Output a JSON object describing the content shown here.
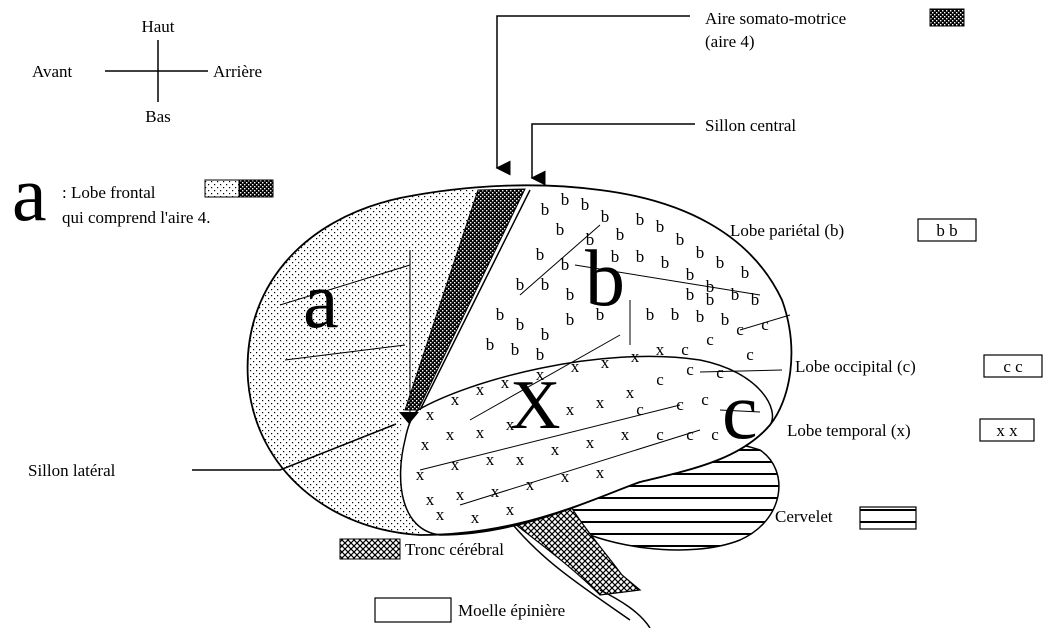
{
  "compass": {
    "up": "Haut",
    "down": "Bas",
    "left": "Avant",
    "right": "Arrière"
  },
  "legend": {
    "frontal_letter": "a",
    "frontal_line1": ": Lobe frontal",
    "frontal_line2": "qui comprend l'aire 4.",
    "motor_line1": "Aire somato-motrice",
    "motor_line2": "(aire 4)",
    "central_sulcus": "Sillon central",
    "parietal": "Lobe pariétal (b)",
    "parietal_swatch": "b b",
    "occipital": "Lobe occipital (c)",
    "occipital_swatch": "c c",
    "temporal": "Lobe temporal (x)",
    "temporal_swatch": "x x",
    "lateral_sulcus": "Sillon latéral",
    "cerebellum": "Cervelet",
    "brainstem": "Tronc cérébral",
    "spinal_cord": "Moelle épinière"
  },
  "region_letters": {
    "frontal": "a",
    "parietal": "b",
    "occipital": "c",
    "temporal": "X"
  },
  "fill_letters": {
    "parietal": "b",
    "occipital": "c",
    "temporal": "x"
  }
}
